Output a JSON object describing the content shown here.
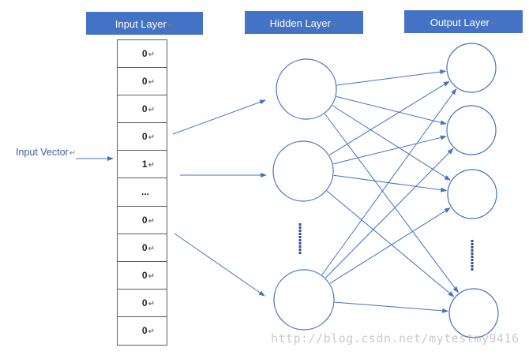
{
  "layers": {
    "input": "Input Layer",
    "hidden": "Hidden Layer",
    "output": "Output Layer"
  },
  "input_vector": {
    "label": "Input Vector",
    "cells": [
      "0",
      "0",
      "0",
      "0",
      "1",
      "...",
      "0",
      "0",
      "0",
      "0",
      "0"
    ]
  },
  "para_mark": "↵",
  "watermark": "http://blog.csdn.net/mytestmy9416",
  "colors": {
    "header": "#4472c4",
    "arrow": "#4472c4",
    "node_stroke": "#4472c4"
  }
}
